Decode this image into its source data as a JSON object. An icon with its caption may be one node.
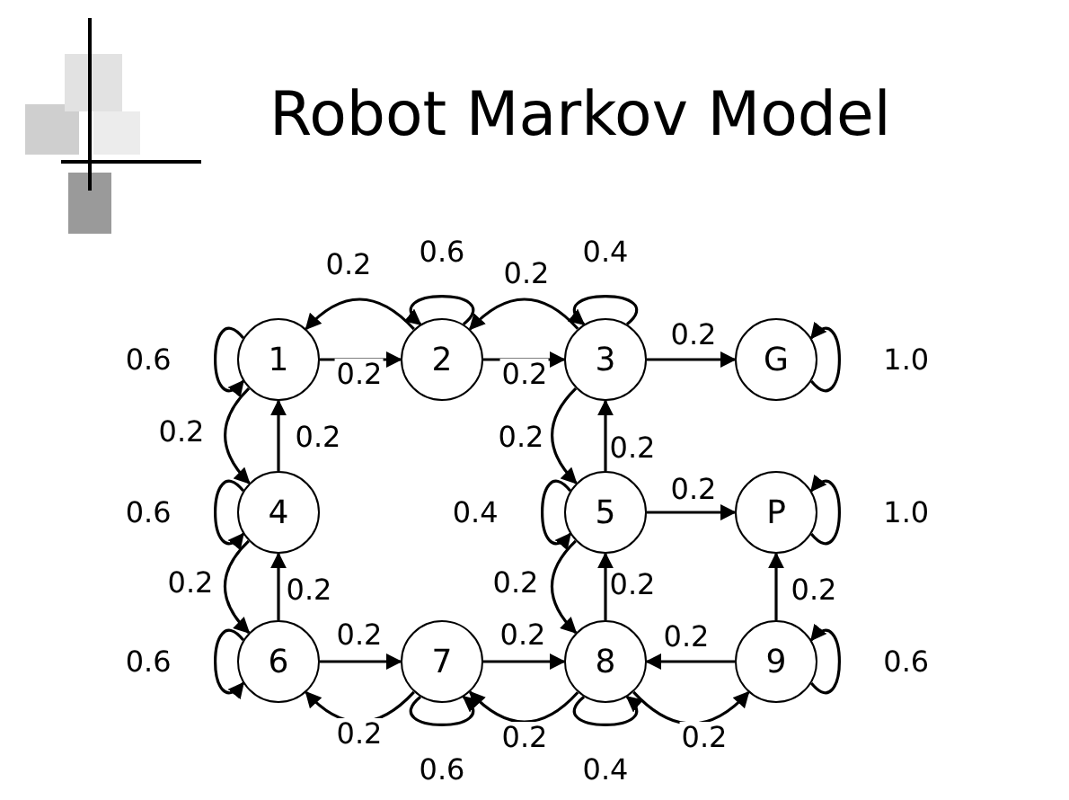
{
  "diagram": {
    "title": "Robot Markov Model",
    "nodes": [
      {
        "text": [
          "1"
        ]
      },
      {
        "text": [
          "2"
        ]
      },
      {
        "text": [
          "3"
        ]
      },
      {
        "text": [
          "G"
        ]
      },
      {
        "text": [
          "4"
        ]
      },
      {
        "text": [
          "5"
        ]
      },
      {
        "text": [
          "P"
        ]
      },
      {
        "text": [
          "6"
        ]
      },
      {
        "text": [
          "7"
        ]
      },
      {
        "text": [
          "8"
        ]
      },
      {
        "text": [
          "9"
        ]
      }
    ],
    "edges": [
      {
        "from": 0,
        "to": 1,
        "arrow": "to",
        "label": "0.2"
      },
      {
        "from": 1,
        "to": 2,
        "arrow": "to",
        "label": "0.2"
      },
      {
        "from": 2,
        "to": 3,
        "arrow": "to",
        "label": "0.2"
      },
      {
        "from": 0,
        "to": 4,
        "arrow": "to",
        "label": "0.2"
      },
      {
        "from": 4,
        "to": 7,
        "arrow": "to",
        "label": "0.2"
      },
      {
        "from": 7,
        "to": 8,
        "arrow": "to",
        "label": "0.2"
      },
      {
        "from": 8,
        "to": 9,
        "arrow": "to",
        "label": "0.2"
      },
      {
        "from": 2,
        "to": 5,
        "arrow": "to",
        "label": "0.2"
      },
      {
        "from": 5,
        "to": 6,
        "arrow": "to",
        "label": "0.2"
      },
      {
        "from": 5,
        "to": 9,
        "arrow": "to",
        "label": "0.2"
      },
      {
        "from": 9,
        "to": 10,
        "arrow": "to",
        "label": "0.2"
      },
      {
        "from": 10,
        "to": 6,
        "arrow": "to",
        "label": "0.2"
      },
      {
        "from": 1,
        "to": 0,
        "arrow": "to",
        "label": "0.2"
      },
      {
        "from": 2,
        "to": 1,
        "arrow": "to",
        "label": "0.2"
      },
      {
        "from": 4,
        "to": 0,
        "arrow": "to",
        "label": "0.2"
      },
      {
        "from": 7,
        "to": 4,
        "arrow": "to",
        "label": "0.2"
      },
      {
        "from": 8,
        "to": 7,
        "arrow": "to",
        "label": "0.2"
      },
      {
        "from": 9,
        "to": 8,
        "arrow": "to",
        "label": "0.2"
      },
      {
        "from": 5,
        "to": 2,
        "arrow": "to",
        "label": "0.2"
      },
      {
        "from": 9,
        "to": 5,
        "arrow": "to",
        "label": "0.2"
      },
      {
        "from": 10,
        "to": 9,
        "arrow": "to",
        "label": "0.2"
      },
      {
        "from": 0,
        "to": 0,
        "arrow": "to",
        "label": "0.6"
      },
      {
        "from": 1,
        "to": 1,
        "arrow": "to",
        "label": "0.6"
      },
      {
        "from": 2,
        "to": 2,
        "arrow": "to",
        "label": "0.4"
      },
      {
        "from": 3,
        "to": 3,
        "arrow": "to",
        "label": "1.0"
      },
      {
        "from": 4,
        "to": 4,
        "arrow": "to",
        "label": "0.6"
      },
      {
        "from": 5,
        "to": 5,
        "arrow": "to",
        "label": "0.4"
      },
      {
        "from": 6,
        "to": 6,
        "arrow": "to",
        "label": "1.0"
      },
      {
        "from": 7,
        "to": 7,
        "arrow": "to",
        "label": "0.6"
      },
      {
        "from": 8,
        "to": 8,
        "arrow": "to",
        "label": "0.6"
      },
      {
        "from": 9,
        "to": 9,
        "arrow": "to",
        "label": "0.4"
      },
      {
        "from": 10,
        "to": 10,
        "arrow": "to",
        "label": "0.6"
      }
    ]
  }
}
